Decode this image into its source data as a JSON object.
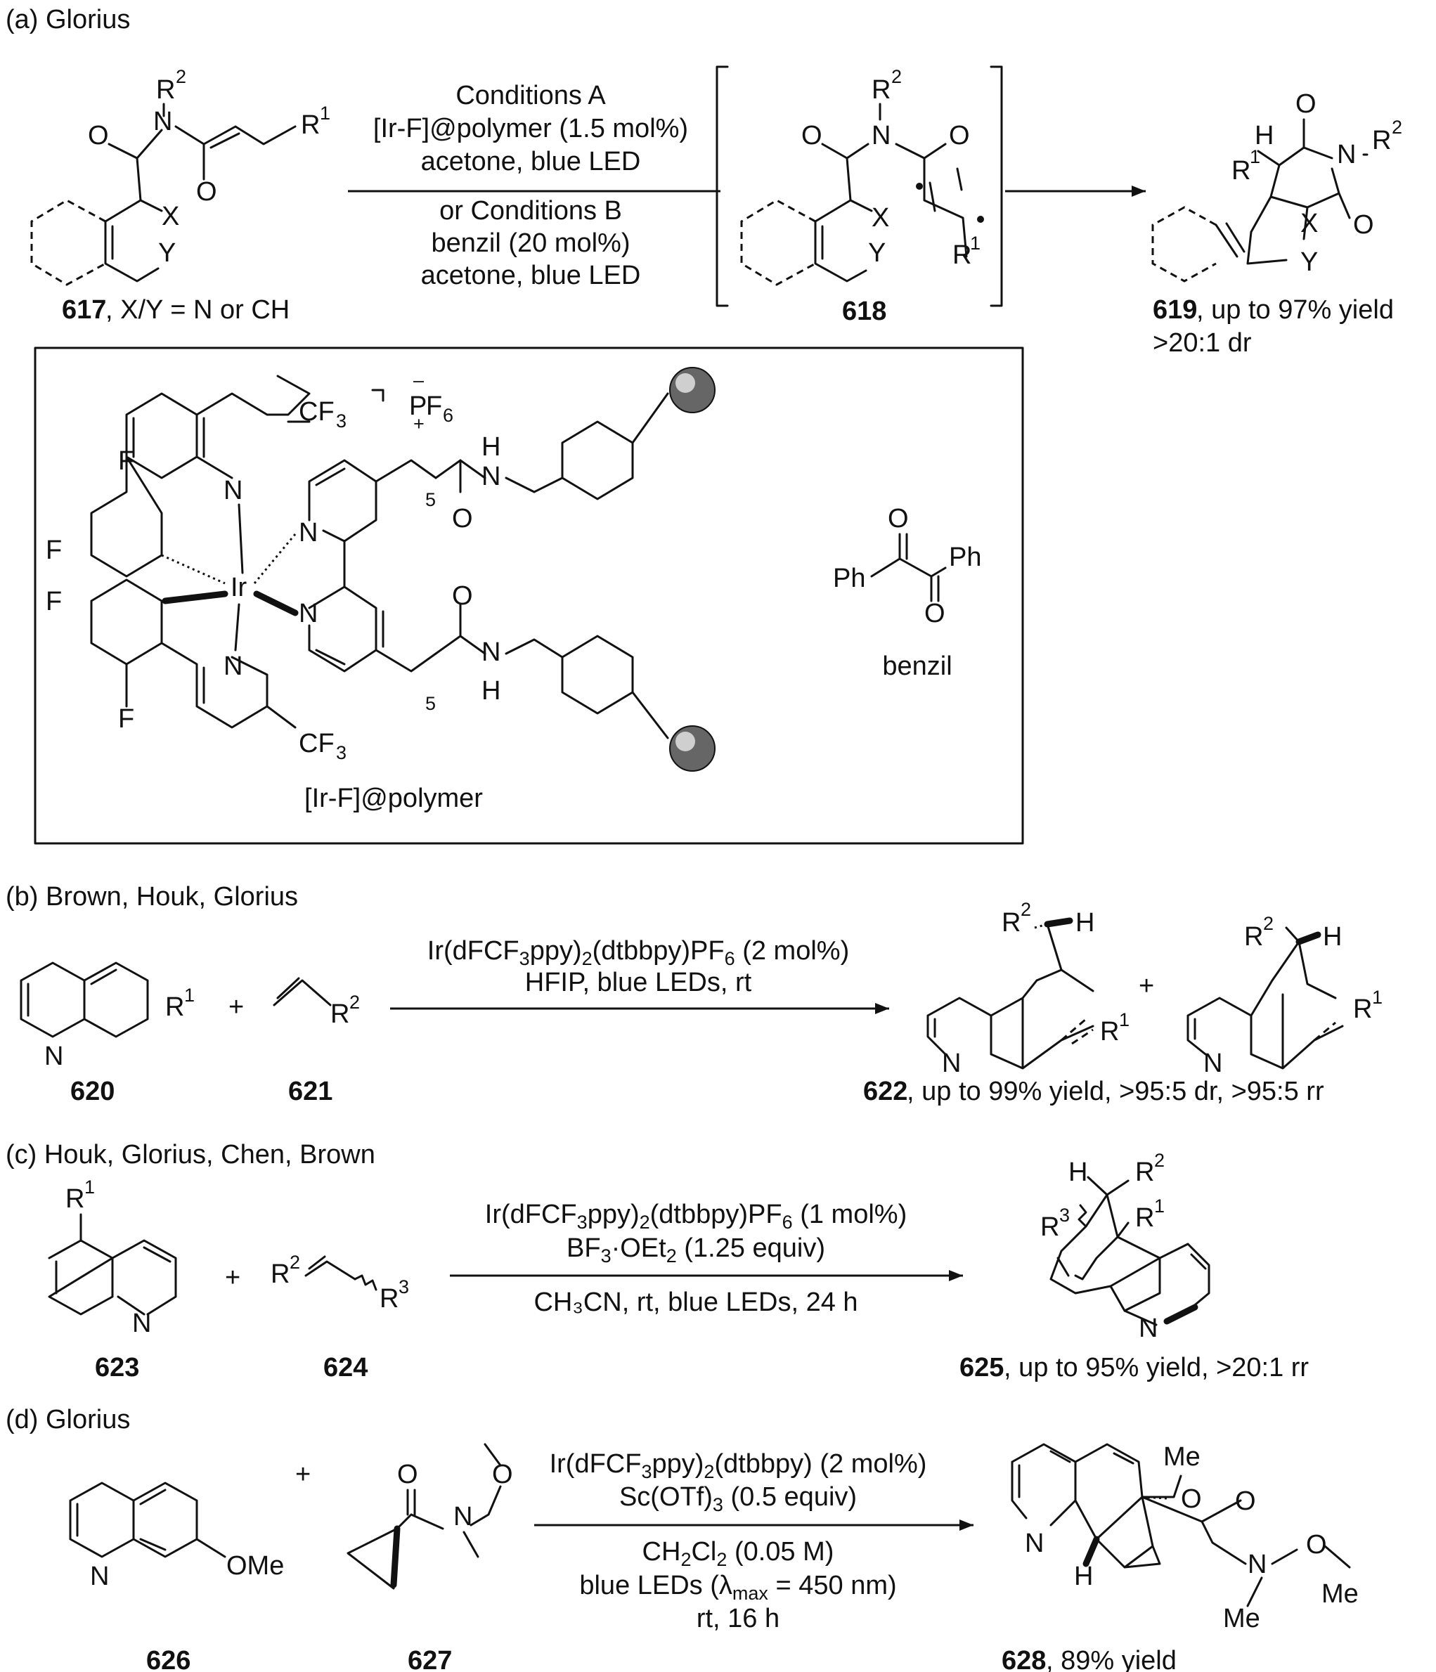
{
  "panels": {
    "a": {
      "label": "(a) Glorius",
      "conditions_a": [
        "Conditions A",
        "[Ir-F]@polymer (1.5 mol%)",
        "acetone, blue LED"
      ],
      "conditions_b": [
        "or Conditions B",
        "benzil (20 mol%)",
        "acetone, blue LED"
      ],
      "sm_number": "617",
      "sm_suffix": ", X/Y = N or CH",
      "int_number": "618",
      "prod_number": "619",
      "prod_yield": ", up to 97% yield",
      "prod_dr": ">20:1 dr",
      "catalyst_name": "[Ir-F]@polymer",
      "benzil_name": "benzil"
    },
    "b": {
      "label": "(b) Brown, Houk, Glorius",
      "cond_line2": "HFIP, blue LEDs, rt",
      "sm1": "620",
      "sm2": "621",
      "prod_number": "622",
      "prod_text": ", up to 99% yield, >95:5 dr, >95:5 rr"
    },
    "c": {
      "label": "(c) Houk, Glorius, Chen, Brown",
      "cond_line3": "CH₃CN, rt, blue LEDs, 24 h",
      "sm1": "623",
      "sm2": "624",
      "prod_number": "625",
      "prod_text": ", up to 95% yield, >20:1 rr"
    },
    "d": {
      "label": "(d) Glorius",
      "cond_line4": "rt, 16 h",
      "sm1": "626",
      "sm2": "627",
      "prod_number": "628",
      "prod_text": ", 89% yield"
    }
  },
  "atoms": {
    "O": "O",
    "N": "N",
    "X": "X",
    "Y": "Y",
    "H": "H",
    "F": "F",
    "Ir": "Ir",
    "Ph": "Ph",
    "R": "R",
    "OMe": "OMe",
    "Me": "Me",
    "CF3": "CF",
    "plus": "+"
  }
}
